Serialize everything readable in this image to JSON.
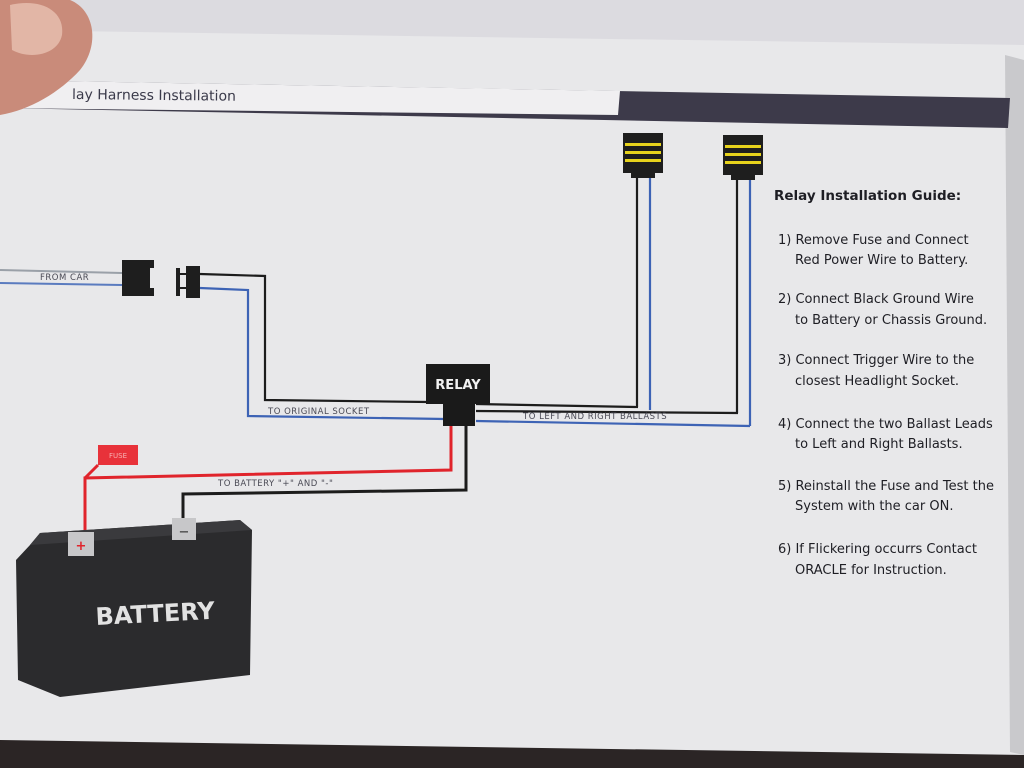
{
  "header": {
    "title": "lay Harness Installation"
  },
  "diagram": {
    "relay_label": "RELAY",
    "battery_label": "BATTERY",
    "fuse_label": "FUSE",
    "battery_plus": "+",
    "battery_minus": "−",
    "wire_labels": {
      "from_car": "FROM CAR",
      "to_original_socket": "TO ORIGINAL SOCKET",
      "to_ballasts": "TO LEFT AND RIGHT BALLASTS",
      "to_battery": "TO BATTERY \"+\" AND \"-\""
    }
  },
  "guide": {
    "title": "Relay Installation Guide:",
    "steps": [
      {
        "line1": "1) Remove Fuse and Connect",
        "line2": "Red Power Wire to Battery."
      },
      {
        "line1": "2) Connect Black Ground Wire",
        "line2": "to Battery or Chassis Ground."
      },
      {
        "line1": "3) Connect Trigger Wire to the",
        "line2": "closest Headlight Socket."
      },
      {
        "line1": "4) Connect the two Ballast Leads",
        "line2": "to Left and Right Ballasts."
      },
      {
        "line1": "5) Reinstall the Fuse and Test the",
        "line2": "System with the car ON."
      },
      {
        "line1": "6) If Flickering occurrs Contact",
        "line2": "ORACLE for Instruction."
      }
    ]
  },
  "colors": {
    "paper": "#e9e9eb",
    "header_bar": "#3d3a4a",
    "wire_black": "#1c1c1c",
    "wire_blue": "#3d63b5",
    "wire_red": "#e0242c",
    "fuse_red": "#e8323a",
    "connector_yellow": "#e6d21c",
    "battery": "#2b2b2d"
  }
}
